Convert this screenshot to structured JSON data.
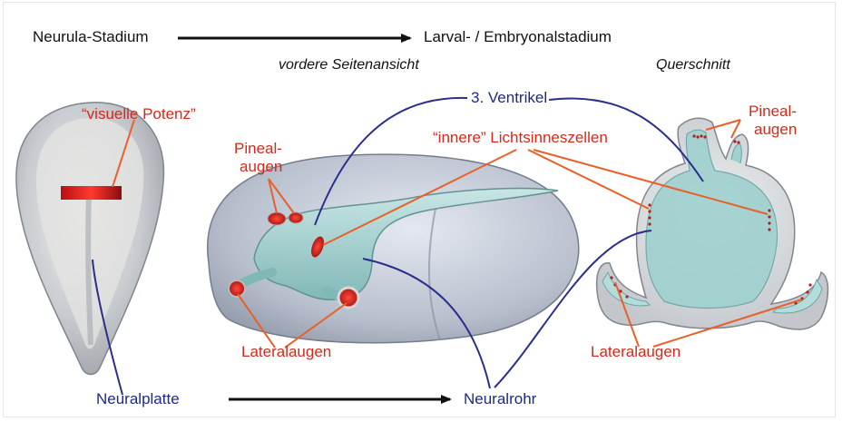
{
  "stages": {
    "neurula": "Neurula-Stadium",
    "larval": "Larval- / Embryonalstadium"
  },
  "views": {
    "side": "vordere Seitenansicht",
    "cross": "Querschnitt"
  },
  "labels": {
    "visuelle_potenz": "“visuelle Potenz”",
    "pineal_left_1": "Pineal-",
    "pineal_left_2": "augen",
    "ventrikel": "3. Ventrikel",
    "innere": "“innere” Lichtsinneszellen",
    "pineal_right_1": "Pineal-",
    "pineal_right_2": "augen",
    "lateral_mid": "Lateralaugen",
    "lateral_right": "Lateralaugen",
    "neuralplatte": "Neuralplatte",
    "neuralrohr": "Neuralrohr"
  },
  "colors": {
    "red_text": "#d42a1c",
    "blue_text": "#1e2a86",
    "red_line": "#e8602a",
    "blue_line": "#2b2f8c",
    "tissue_gray": "#b9bec6",
    "ventricle_teal": "#a9d6d3"
  }
}
